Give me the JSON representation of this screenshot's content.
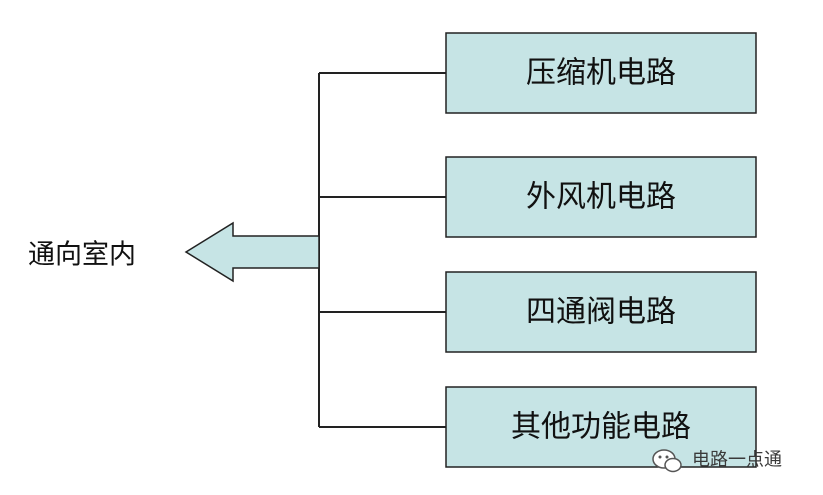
{
  "diagram": {
    "destination_label": "通向室内",
    "boxes": [
      {
        "label": "压缩机电路"
      },
      {
        "label": "外风机电路"
      },
      {
        "label": "四通阀电路"
      },
      {
        "label": "其他功能电路"
      }
    ]
  },
  "watermark": {
    "text": "电路一点通",
    "icon": "wechat-icon"
  },
  "colors": {
    "box_fill": "#c6e4e5",
    "box_stroke": "#222222",
    "arrow_fill": "#c6e4e5",
    "arrow_stroke": "#222222",
    "line": "#222222"
  }
}
